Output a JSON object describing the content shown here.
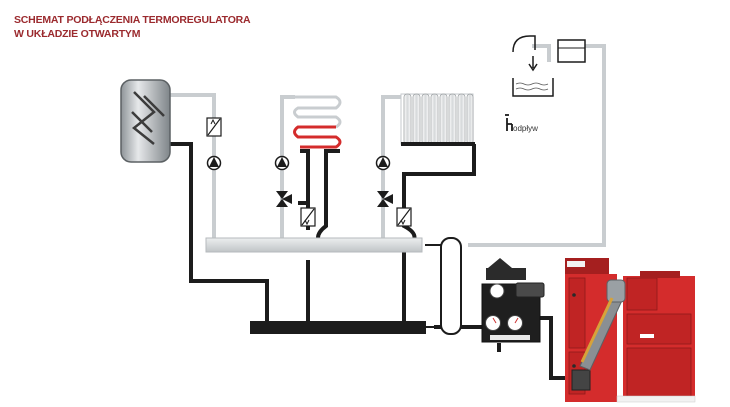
{
  "title": {
    "line1": "SCHEMAT PODŁĄCZENIA TERMOREGULATORA",
    "line2": "W UKŁADZIE OTWARTYM"
  },
  "labels": {
    "drain": "odpływ"
  },
  "colors": {
    "title": "#9b2a2e",
    "supply_pipe": "#c9cdd0",
    "return_pipe": "#1c1c1c",
    "boiler_red": "#d42c2c",
    "boiler_dark_red": "#a51f1f",
    "manifold": "#d4d7d9"
  },
  "icons": {
    "pump": "pump-icon",
    "mixing_valve": "three-way-valve-icon",
    "check_valve": "check-valve-icon",
    "drain": "drain-icon"
  }
}
